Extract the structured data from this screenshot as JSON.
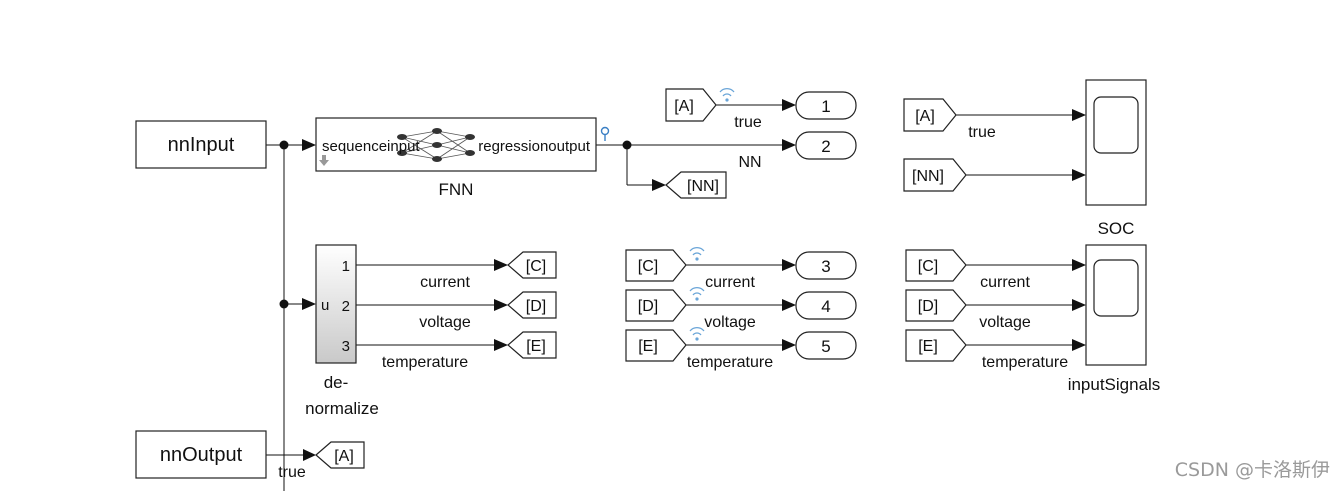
{
  "blocks": {
    "nn_input": "nnInput",
    "nn_output": "nnOutput",
    "fnn_port_in": "sequenceinput",
    "fnn_port_out": "regressionoutput",
    "fnn_name": "FNN",
    "denorm_in": "u",
    "denorm_out": [
      "1",
      "2",
      "3"
    ],
    "denorm_name_1": "de-",
    "denorm_name_2": "normalize",
    "scope_soc": "SOC",
    "scope_inputs": "inputSignals"
  },
  "goto_tags": {
    "a": "[A]",
    "nn": "[NN]",
    "c": "[C]",
    "d": "[D]",
    "e": "[E]"
  },
  "outports": [
    "1",
    "2",
    "3",
    "4",
    "5"
  ],
  "signals": {
    "true": "true",
    "nn": "NN",
    "current": "current",
    "voltage": "voltage",
    "temperature": "temperature"
  },
  "watermark": "CSDN @卡洛斯伊"
}
